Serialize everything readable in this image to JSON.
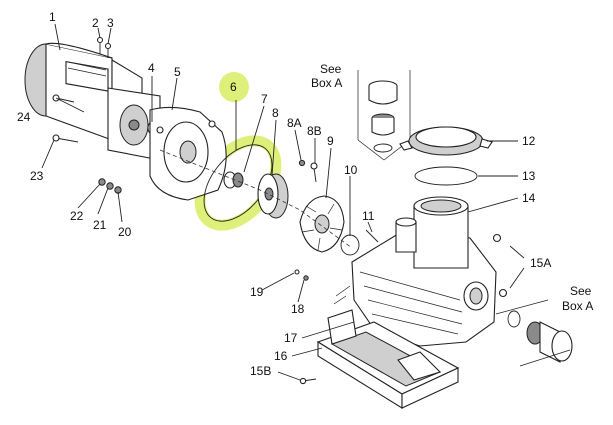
{
  "callouts": {
    "c1": "1",
    "c2": "2",
    "c3": "3",
    "c4": "4",
    "c5": "5",
    "c6": "6",
    "c7": "7",
    "c8": "8",
    "c8a": "8A",
    "c8b": "8B",
    "c9": "9",
    "c10": "10",
    "c11": "11",
    "c12": "12",
    "c13": "13",
    "c14": "14",
    "c15a": "15A",
    "c15b": "15B",
    "c16": "16",
    "c17": "17",
    "c18": "18",
    "c19": "19",
    "c20": "20",
    "c21": "21",
    "c22": "22",
    "c23": "23",
    "c24": "24"
  },
  "notes": {
    "see_box_top_line1": "See",
    "see_box_top_line2": "Box A",
    "see_box_right_line1": "See",
    "see_box_right_line2": "Box A"
  },
  "colors": {
    "highlight": "#dff07a",
    "ink": "#222222",
    "shade": "#cfcfcf"
  }
}
